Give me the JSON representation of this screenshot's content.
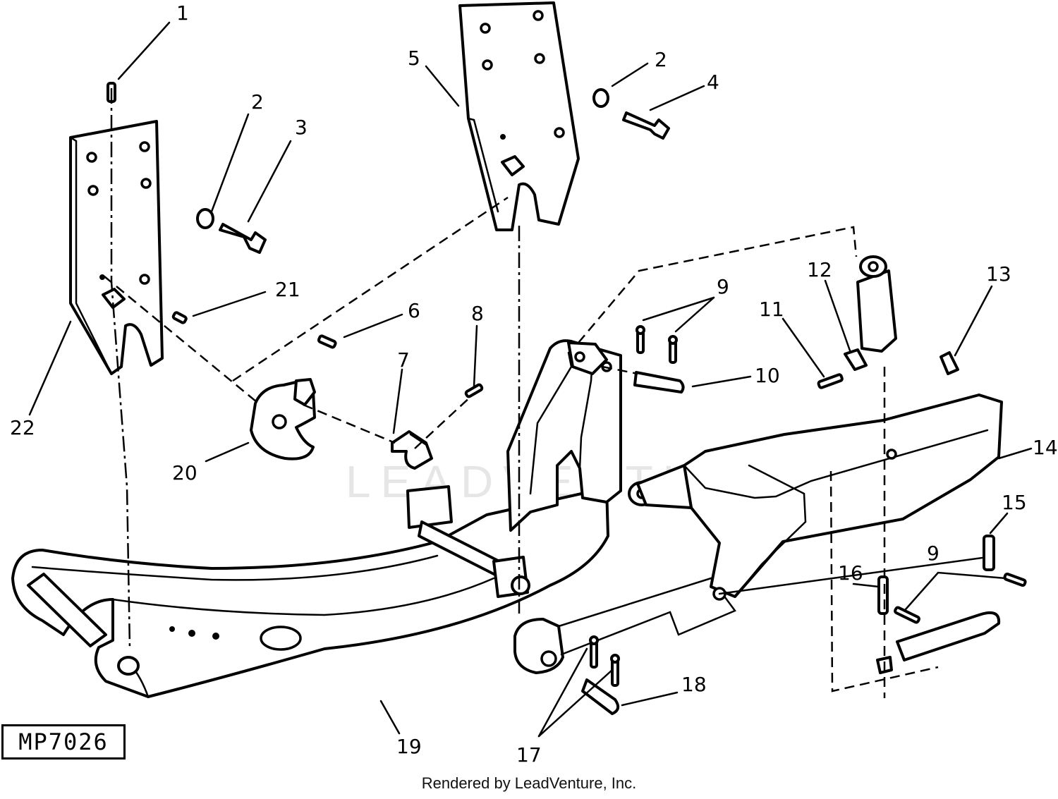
{
  "watermark": "LEADVENTURE",
  "figure_ref": "MP7026",
  "credit": "Rendered by LeadVenture, Inc.",
  "callouts": {
    "c1": "1",
    "c2a": "2",
    "c2b": "2",
    "c3": "3",
    "c4": "4",
    "c5": "5",
    "c6": "6",
    "c7": "7",
    "c8": "8",
    "c9a": "9",
    "c9b": "9",
    "c10": "10",
    "c11": "11",
    "c12": "12",
    "c13": "13",
    "c14": "14",
    "c15": "15",
    "c16": "16",
    "c17": "17",
    "c18": "18",
    "c19": "19",
    "c20": "20",
    "c21": "21",
    "c22": "22"
  }
}
